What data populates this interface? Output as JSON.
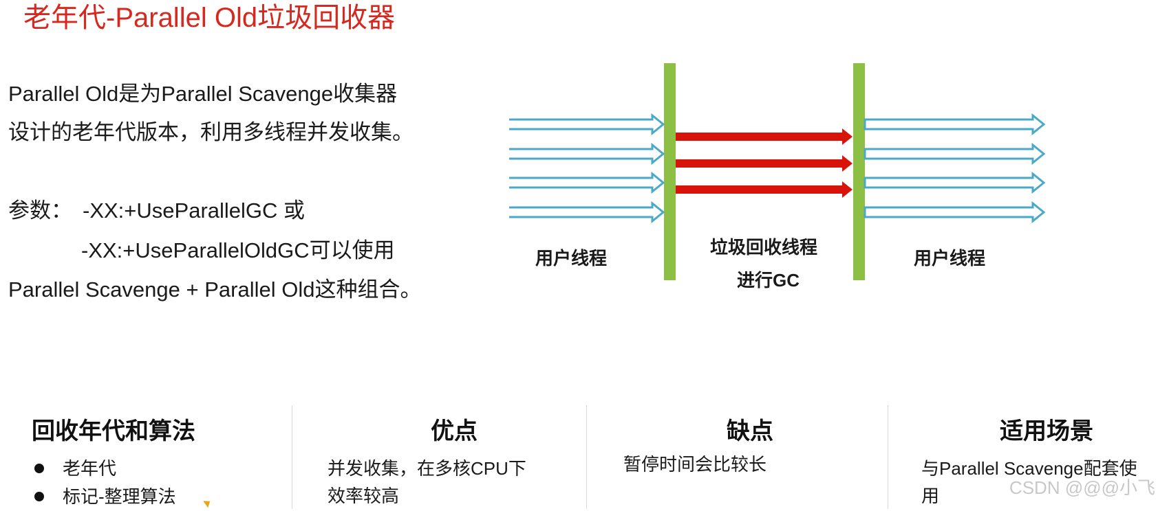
{
  "title": "老年代-Parallel Old垃圾回收器",
  "description": {
    "line1": "Parallel Old是为Parallel Scavenge收集器",
    "line2": "设计的老年代版本，利用多线程并发收集。",
    "param_label": "参数：",
    "param_option1": "-XX:+UseParallelGC  或",
    "param_option2": "-XX:+UseParallelOldGC可以使用",
    "param_combo": "Parallel Scavenge + Parallel Old这种组合。"
  },
  "diagram": {
    "left_label": "用户线程",
    "middle_label_line1": "垃圾回收线程",
    "middle_label_line2": "进行GC",
    "right_label": "用户线程",
    "colors": {
      "user_thread_arrow": "#4aa8c8",
      "gc_thread_arrow": "#d8140a",
      "barrier": "#8dbf45"
    }
  },
  "columns": {
    "algorithm": {
      "heading": "回收年代和算法",
      "items": [
        "老年代",
        "标记-整理算法"
      ]
    },
    "pros": {
      "heading": "优点",
      "text_line1": "并发收集，在多核CPU下",
      "text_line2": "效率较高"
    },
    "cons": {
      "heading": "缺点",
      "text": "暂停时间会比较长"
    },
    "scenario": {
      "heading": "适用场景",
      "text_line1": "与Parallel Scavenge配套使",
      "text_line2": "用"
    }
  },
  "watermark": "CSDN @@@小飞",
  "colors": {
    "title": "#d6281e",
    "text": "#1a1a1a"
  }
}
